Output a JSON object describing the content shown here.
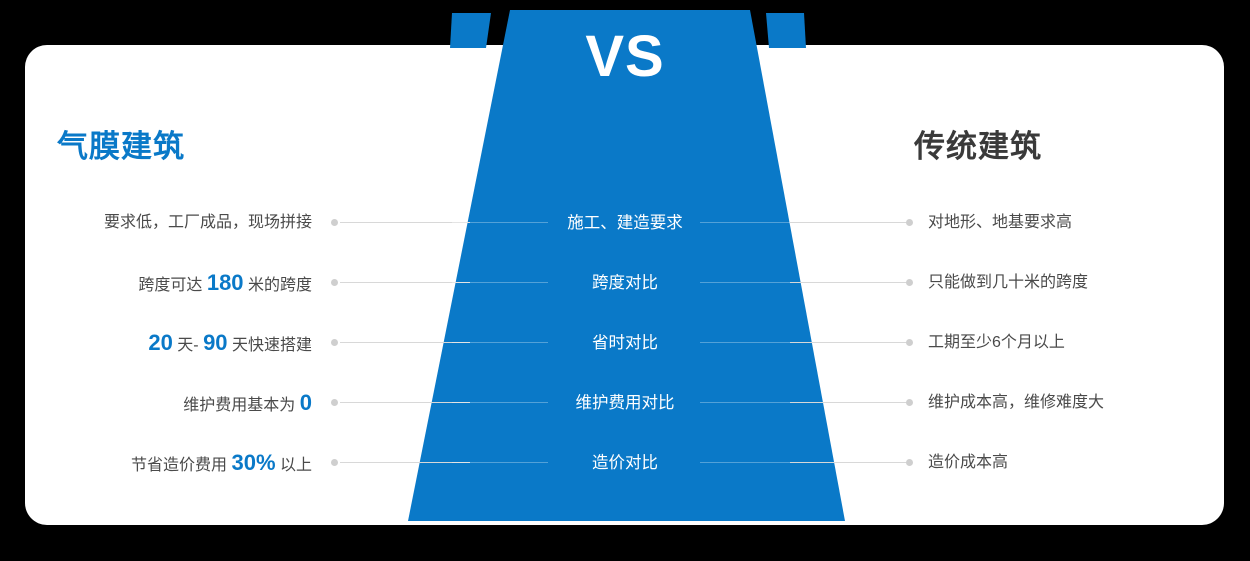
{
  "theme": {
    "brand_blue": "#0a79c8",
    "card_bg": "#ffffff",
    "page_bg": "#000000",
    "body_text": "#4a4a4a",
    "right_title_color": "#3a3a3a",
    "connector_color": "#d8d8d8"
  },
  "banner": {
    "vs_label": "VS"
  },
  "columns": {
    "left_title": "气膜建筑",
    "right_title": "传统建筑"
  },
  "rows": [
    {
      "left_prefix": "要求低，工厂成品，现场拼接",
      "left_highlight": "",
      "left_suffix": "",
      "center": "施工、建造要求",
      "right": "对地形、地基要求高"
    },
    {
      "left_prefix": "跨度可达 ",
      "left_highlight": "180",
      "left_suffix": " 米的跨度",
      "center": "跨度对比",
      "right": "只能做到几十米的跨度"
    },
    {
      "left_prefix": "",
      "left_highlight": "20",
      "left_mid": " 天- ",
      "left_highlight2": "90",
      "left_suffix": " 天快速搭建",
      "center": "省时对比",
      "right": "工期至少6个月以上"
    },
    {
      "left_prefix": "维护费用基本为 ",
      "left_highlight": "0",
      "left_suffix": "",
      "center": "维护费用对比",
      "right": "维护成本高，维修难度大"
    },
    {
      "left_prefix": "节省造价费用 ",
      "left_highlight": "30%",
      "left_suffix": " 以上",
      "center": "造价对比",
      "right": "造价成本高"
    }
  ],
  "row_y": [
    208,
    268,
    328,
    388,
    448
  ]
}
